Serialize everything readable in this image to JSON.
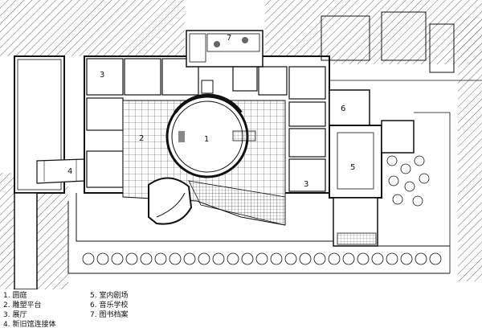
{
  "plan": {
    "room_numbers": {
      "n1": "1",
      "n2": "2",
      "n3a": "3",
      "n3b": "3",
      "n4": "4",
      "n5": "5",
      "n6": "6",
      "n7": "7"
    }
  },
  "legend": {
    "items": [
      "1. 圆庭",
      "2. 雕塑平台",
      "3. 展厅",
      "4. 新旧馆连接体",
      "5. 室内剧场",
      "6. 音乐学校",
      "7. 图书档案"
    ]
  }
}
